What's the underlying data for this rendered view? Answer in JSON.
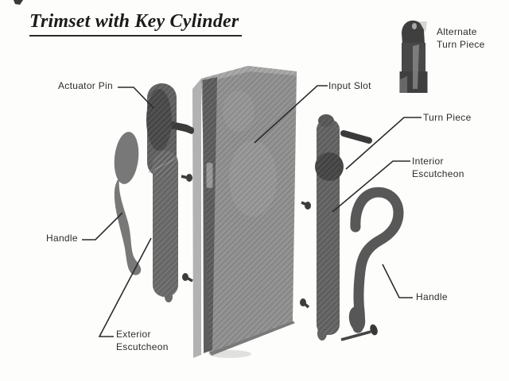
{
  "title": "Trimset with Key Cylinder",
  "diagram": {
    "labels": {
      "actuator_pin": "Actuator Pin",
      "handle_left": "Handle",
      "exterior_escutcheon": "Exterior\nEscutcheon",
      "input_slot": "Input Slot",
      "turn_piece": "Turn Piece",
      "interior_escutcheon": "Interior\nEscutcheon",
      "handle_right": "Handle",
      "alternate_turn_piece": "Alternate\nTurn Piece"
    },
    "parts": [
      "door-panel",
      "input-slot",
      "exterior-escutcheon",
      "actuator-pin",
      "exterior-handle",
      "interior-escutcheon",
      "turn-piece",
      "interior-handle",
      "mounting-screws",
      "alternate-turn-piece"
    ],
    "colors": {
      "background": "#fdfdfb",
      "ink": "#2d2d2d",
      "leader_line": "#2b2b2b",
      "door_face": "#8f8f8f",
      "door_edge": "#b2b2b2",
      "door_strip": "#5d5d5d",
      "escutcheon": "#666666",
      "hardware_dark": "#3d3d3d"
    }
  }
}
